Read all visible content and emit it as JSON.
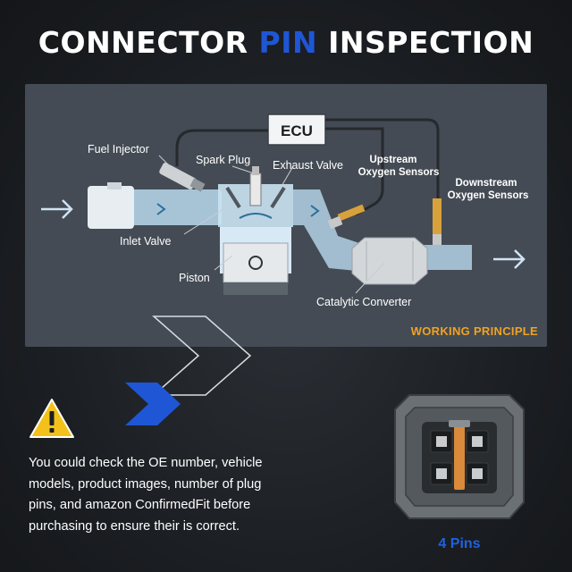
{
  "title": {
    "part1": "CONNECTOR ",
    "part2": "PIN",
    "part3": " INSPECTION"
  },
  "diagram": {
    "ecu": "ECU",
    "fuel_injector": "Fuel Injector",
    "spark_plug": "Spark Plug",
    "exhaust_valve": "Exhaust Valve",
    "upstream_line1": "Upstream",
    "upstream_line2": "Oxygen Sensors",
    "downstream_line1": "Downstream",
    "downstream_line2": "Oxygen Sensors",
    "inlet_valve": "Inlet Valve",
    "piston": "Piston",
    "catalytic_converter": "Catalytic Converter",
    "working_principle": "WORKING PRINCIPLE"
  },
  "description": {
    "line1": "You could check the OE number, vehicle",
    "line2": "models, product images, number of plug",
    "line3": "pins, and amazon ConfirmedFit before",
    "line4": "purchasing to ensure their is correct."
  },
  "connector": {
    "label": "4 Pins"
  },
  "colors": {
    "accent_blue": "#1f56d6",
    "accent_orange": "#f0a222",
    "warning_yellow": "#f2c21b"
  }
}
